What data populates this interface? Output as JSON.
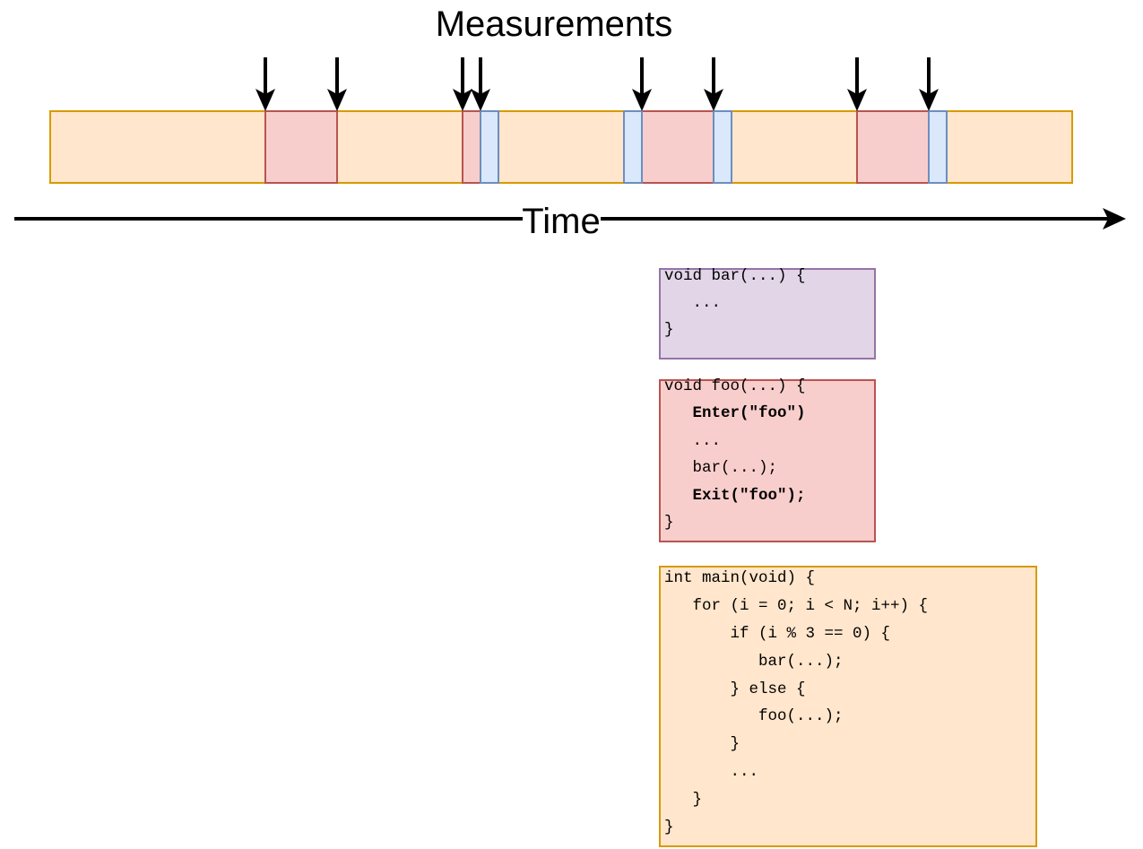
{
  "diagram": {
    "title": "Measurements",
    "axis_label": "Time",
    "colors": {
      "main_fill": "#ffe6cc",
      "main_stroke": "#d79b00",
      "foo_fill": "#f8cecc",
      "foo_stroke": "#b85450",
      "bar_fill": "#dae8fc",
      "bar_stroke": "#6c8ebf",
      "bar_code_fill": "#e1d5e7",
      "bar_code_stroke": "#9673a6",
      "arrow": "#000000"
    },
    "code_blocks": {
      "bar": [
        {
          "text": "void bar(...) {",
          "bold": false
        },
        {
          "text": "   ...",
          "bold": false
        },
        {
          "text": "}",
          "bold": false
        }
      ],
      "foo": [
        {
          "text": "void foo(...) {",
          "bold": false
        },
        {
          "text": "   Enter(\"foo\")",
          "bold": true
        },
        {
          "text": "   ...",
          "bold": false
        },
        {
          "text": "   bar(...);",
          "bold": false
        },
        {
          "text": "   Exit(\"foo\");",
          "bold": true
        },
        {
          "text": "}",
          "bold": false
        }
      ],
      "main": [
        {
          "text": "int main(void) {",
          "bold": false
        },
        {
          "text": "   for (i = 0; i < N; i++) {",
          "bold": false
        },
        {
          "text": "       if (i % 3 == 0) {",
          "bold": false
        },
        {
          "text": "          bar(...);",
          "bold": false
        },
        {
          "text": "       } else {",
          "bold": false
        },
        {
          "text": "          foo(...);",
          "bold": false
        },
        {
          "text": "       }",
          "bold": false
        },
        {
          "text": "       ...",
          "bold": false
        },
        {
          "text": "   }",
          "bold": false
        },
        {
          "text": "}",
          "bold": false
        }
      ]
    }
  }
}
